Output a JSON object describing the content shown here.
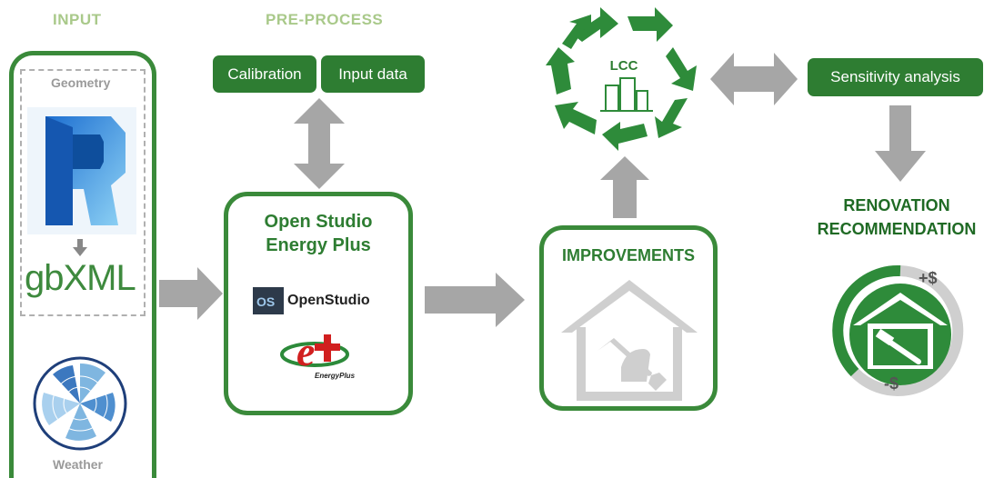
{
  "headers": {
    "input": "INPUT",
    "preprocess": "PRE-PROCESS"
  },
  "input_panel": {
    "geometry": "Geometry",
    "gbxml": "gbXML",
    "weather": "Weather"
  },
  "preprocess": {
    "calibration": "Calibration",
    "input_data": "Input data"
  },
  "engine": {
    "title_line1": "Open Studio",
    "title_line2": "Energy Plus",
    "openstudio_logo_text": "OpenStudio",
    "energyplus_logo_text": "EnergyPlus"
  },
  "improvements": {
    "title": "IMPROVEMENTS"
  },
  "lcc": {
    "label": "LCC"
  },
  "sensitivity": {
    "label": "Sensitivity analysis"
  },
  "renovation": {
    "line1": "RENOVATION",
    "line2": "RECOMMENDATION",
    "plus_dollar": "+$",
    "minus_dollar": "-$"
  },
  "colors": {
    "green": "#2e7d32",
    "light_green": "#a9c98a",
    "arrow_gray": "#a6a6a6"
  }
}
